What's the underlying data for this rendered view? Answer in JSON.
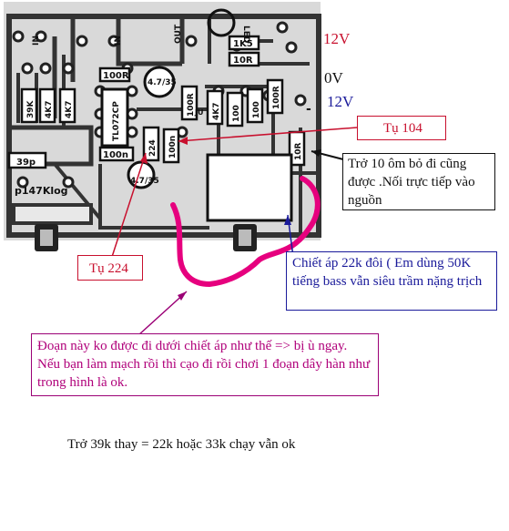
{
  "board": {
    "label_in_left": "IN",
    "label_in_right": "IN",
    "label_out": "OUT",
    "label_led": "LED",
    "label_1k5": "1K5",
    "label_10r_top": "10R",
    "label_100r_top": "100R",
    "label_cap_4_7_35_top": "4.7/35",
    "label_cap_4_7_35_bottom": "4.7/35",
    "label_39k": "39K",
    "label_4k7_a": "4K7",
    "label_4k7_b": "4K7",
    "label_4k7_c": "4K7",
    "label_ic": "TL072CP",
    "label_100n": "100n",
    "label_224": "224",
    "label_100n_v": "100n",
    "label_100r_mid": "100R",
    "label_100r_right": "100R",
    "label_100_a": "100",
    "label_100_b": "100",
    "label_39p": "39p",
    "label_pot": "p147Klog",
    "label_10r_right": "10R",
    "label_ju": "JU",
    "label_minus": "-"
  },
  "labels": {
    "v12_top": "12V",
    "v0": "0V",
    "v12_bottom": "12V"
  },
  "callouts": {
    "tu104": "Tụ 104",
    "tro10": "Trở 10 ôm  bỏ đi cũng được .Nối trực tiếp vào nguồn",
    "chietap": "Chiết áp 22k đôi ( Em dùng 50K tiếng bass vẫn siêu trầm nặng trịch",
    "tu224": "Tụ 224",
    "doannay": "Đoạn này ko được đi dưới chiết áp như thế => bị ù ngay. Nếu bạn làm mạch rồi thì cạo đi rồi chơi 1 đoạn dây hàn như trong hình là ok.",
    "tro39k": "Trở 39k thay = 22k hoặc 33k chạy vẫn ok"
  },
  "colors": {
    "red": "#c8102e",
    "blue": "#1a1a9a",
    "magenta": "#e6007e",
    "pcb": "#dcdcdc",
    "trace": "#2a2a2a"
  }
}
